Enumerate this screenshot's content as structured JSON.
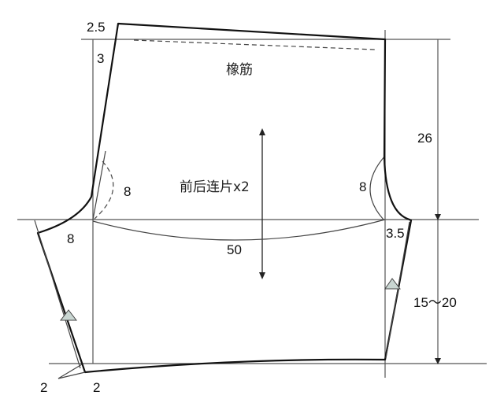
{
  "diagram": {
    "type": "sewing-pattern",
    "subject": "shorts pattern (front and back joined)",
    "labels": {
      "waist_rise": "2.5",
      "waist_drop": "3",
      "elastic": "橡筋",
      "piece_note": "前后连片x2",
      "left_crotch_curve": "8",
      "left_crotch_extension": "8",
      "right_crotch_curve": "8",
      "right_crotch_extension": "3.5",
      "hip_width": "50",
      "rise_height": "26",
      "inseam_length": "15～20",
      "hem_left_outer": "2",
      "hem_left_inner": "2"
    },
    "colors": {
      "outline": "#111111",
      "guide": "#555555",
      "notch_fill": "#c9d6d2"
    }
  }
}
